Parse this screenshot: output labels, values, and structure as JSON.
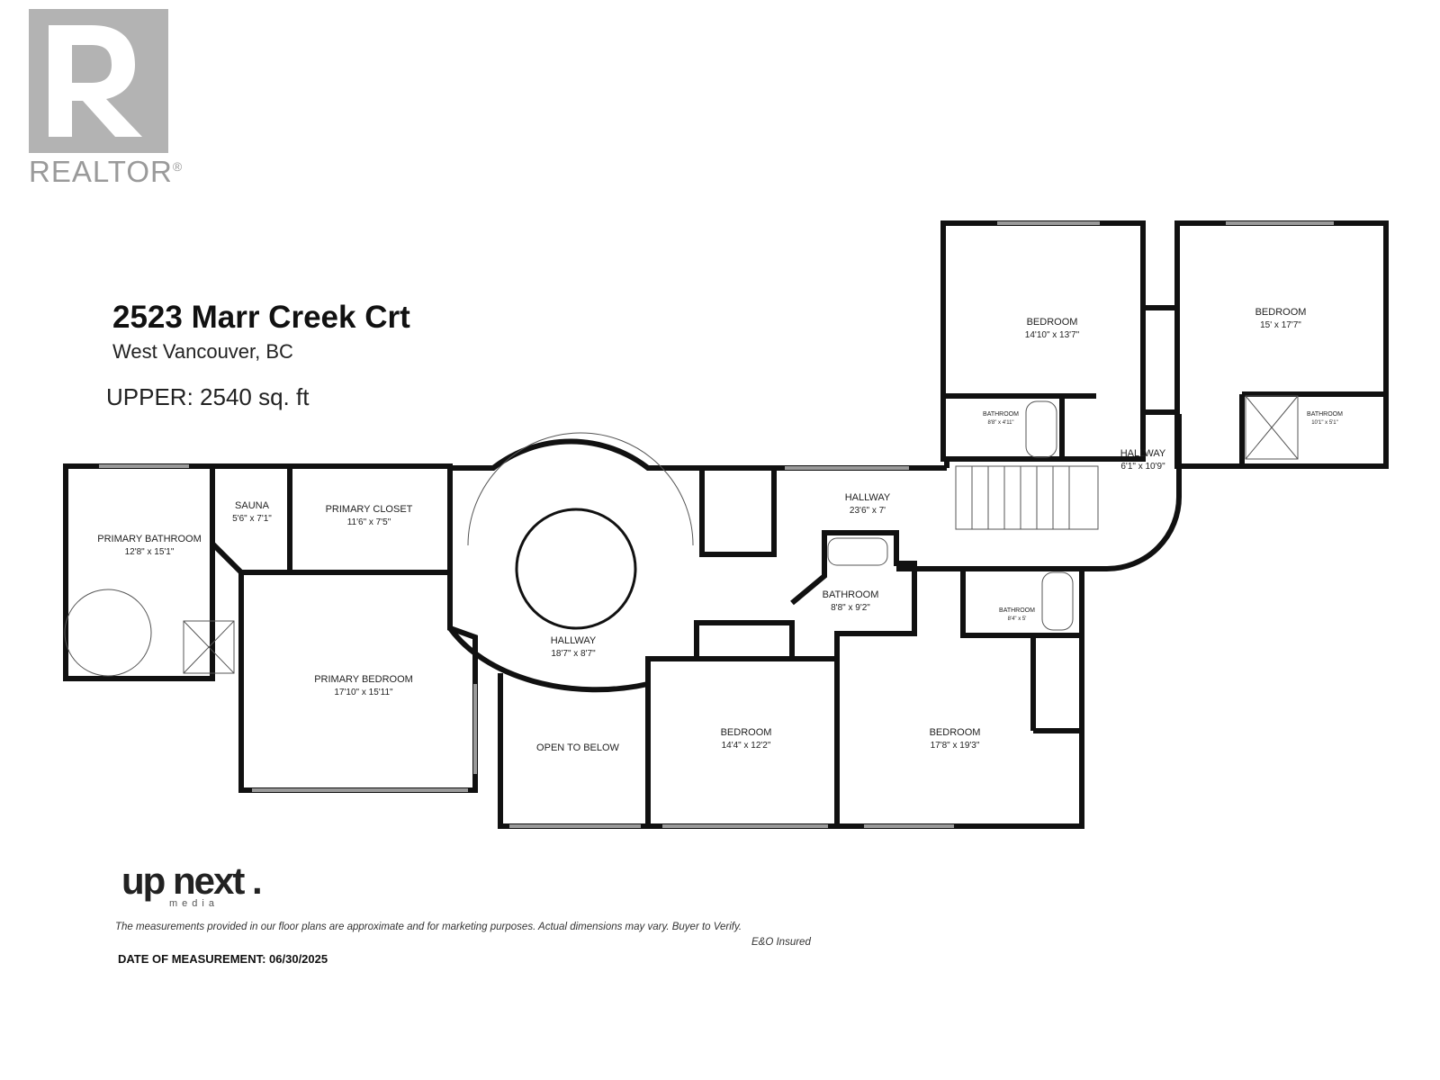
{
  "logo": {
    "icon": "realtor-r-logo-icon",
    "word": "REALTOR",
    "mark": "®"
  },
  "header": {
    "address": "2523 Marr Creek Crt",
    "city": "West Vancouver, BC",
    "area": "UPPER: 2540 sq. ft"
  },
  "rooms": {
    "primary_bathroom": {
      "name": "PRIMARY BATHROOM",
      "dims": "12'8\" x 15'1\""
    },
    "sauna": {
      "name": "SAUNA",
      "dims": "5'6\" x 7'1\""
    },
    "primary_closet": {
      "name": "PRIMARY CLOSET",
      "dims": "11'6\" x 7'5\""
    },
    "primary_bedroom": {
      "name": "PRIMARY BEDROOM",
      "dims": "17'10\" x 15'11\""
    },
    "hallway_round": {
      "name": "HALLWAY",
      "dims": "18'7\" x 8'7\""
    },
    "open_to_below": {
      "name": "OPEN TO BELOW"
    },
    "bedroom_mid": {
      "name": "BEDROOM",
      "dims": "14'4\" x 12'2\""
    },
    "bathroom_mid": {
      "name": "BATHROOM",
      "dims": "8'8\" x 9'2\""
    },
    "bedroom_large": {
      "name": "BEDROOM",
      "dims": "17'8\" x 19'3\""
    },
    "hallway_long": {
      "name": "HALLWAY",
      "dims": "23'6\" x 7'"
    },
    "bathroom_small": {
      "name": "BATHROOM",
      "dims": "8'4\" x 5'"
    },
    "bedroom_top_left": {
      "name": "BEDROOM",
      "dims": "14'10\" x 13'7\""
    },
    "bathroom_top_left": {
      "name": "BATHROOM",
      "dims": "8'8\" x 4'11\""
    },
    "hallway_small": {
      "name": "HALLWAY",
      "dims": "6'1\" x 10'9\""
    },
    "bedroom_top_right": {
      "name": "BEDROOM",
      "dims": "15' x 17'7\""
    },
    "bathroom_top_right": {
      "name": "BATHROOM",
      "dims": "10'1\" x 5'1\""
    }
  },
  "footer": {
    "brand": "up next .",
    "brand_sub": "media",
    "disclaimer": "The measurements provided in our floor plans are approximate and for marketing purposes. Actual dimensions may vary. Buyer to Verify.",
    "insured": "E&O Insured",
    "date": "DATE OF MEASUREMENT: 06/30/2025"
  },
  "colors": {
    "wall": "#111111",
    "window": "#9a9a9a",
    "logo_gray": "#b3b3b3"
  }
}
